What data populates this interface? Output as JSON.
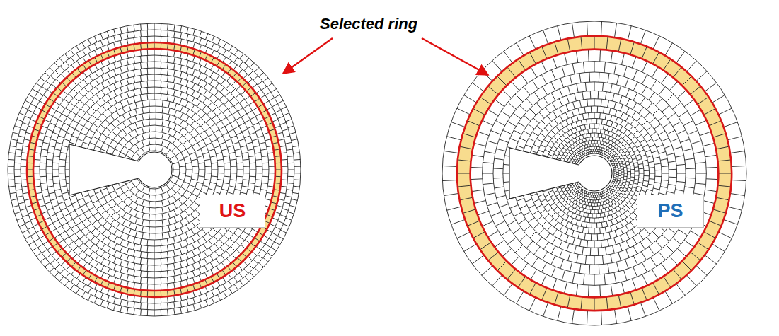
{
  "diagram": {
    "nodes": [
      {
        "text": [
          "US"
        ]
      },
      {
        "text": [
          "PS"
        ]
      }
    ],
    "labels": [
      "Selected ring"
    ]
  }
}
